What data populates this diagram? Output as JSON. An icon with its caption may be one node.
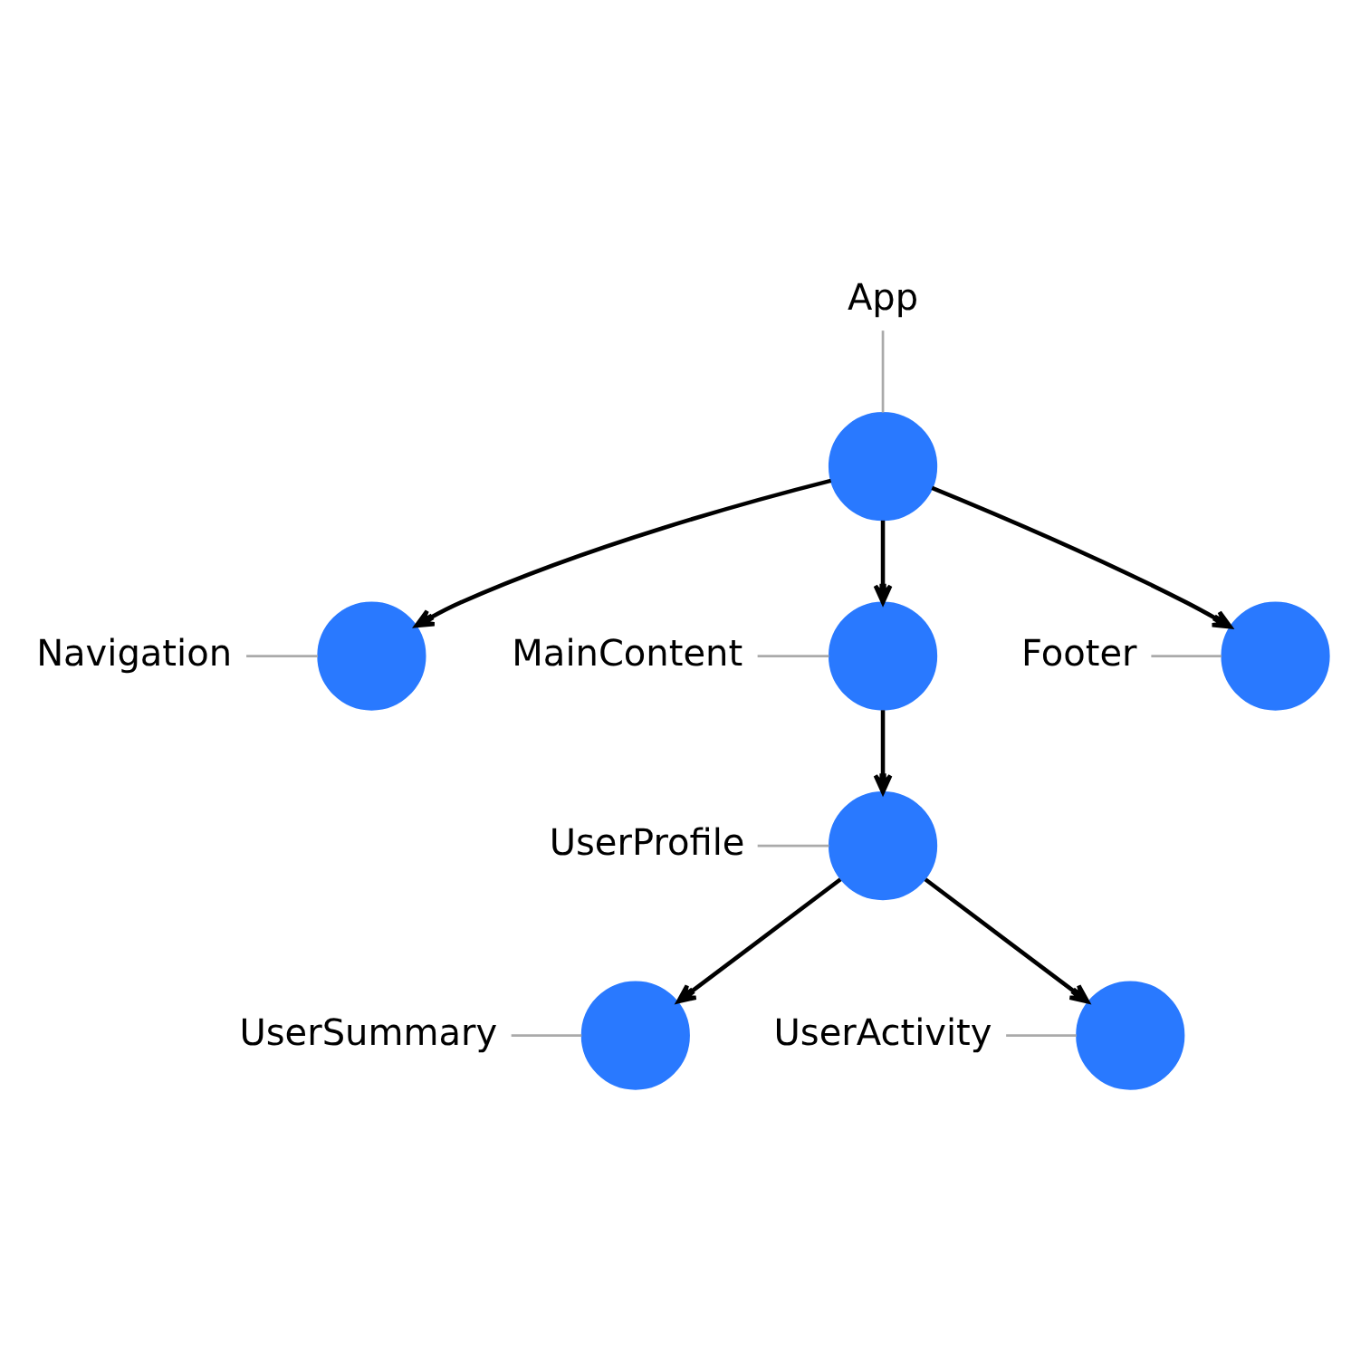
{
  "diagram": {
    "nodes": [
      {
        "text": [
          "App"
        ]
      },
      {
        "text": [],
        "shape": "circle"
      },
      {
        "text": [
          "Navigation"
        ]
      },
      {
        "text": [],
        "shape": "circle"
      },
      {
        "text": [],
        "shape": "circle"
      },
      {
        "text": [
          "Footer"
        ]
      },
      {
        "text": [],
        "shape": "circle"
      },
      {
        "text": [
          "MainContent"
        ]
      },
      {
        "text": [],
        "shape": "circle"
      },
      {
        "text": [
          "UserProfile"
        ]
      },
      {
        "text": [],
        "shape": "circle"
      },
      {
        "text": [],
        "shape": "circle"
      },
      {
        "text": [
          "UserSummary"
        ]
      },
      {
        "text": [
          "UserActivity"
        ]
      }
    ],
    "edges": [
      {
        "from": 1,
        "to": 3,
        "arrow": "to",
        "color": "#000000"
      },
      {
        "from": 1,
        "to": 4,
        "arrow": "to",
        "color": "#000000"
      },
      {
        "from": 1,
        "to": 6,
        "arrow": "to",
        "color": "#000000"
      },
      {
        "from": 4,
        "to": 8,
        "arrow": "to",
        "color": "#000000"
      },
      {
        "from": 8,
        "to": 10,
        "arrow": "to",
        "color": "#000000"
      },
      {
        "from": 8,
        "to": 11,
        "arrow": "to",
        "color": "#000000"
      },
      {
        "from": 0,
        "to": 1,
        "arrow": "none"
      },
      {
        "from": 2,
        "to": 3,
        "arrow": "none"
      },
      {
        "from": 5,
        "to": 6,
        "arrow": "none"
      },
      {
        "from": 7,
        "to": 4,
        "arrow": "none"
      },
      {
        "from": 9,
        "to": 8,
        "arrow": "none"
      },
      {
        "from": 12,
        "to": 10,
        "arrow": "none"
      },
      {
        "from": 13,
        "to": 11,
        "arrow": "none"
      }
    ]
  }
}
